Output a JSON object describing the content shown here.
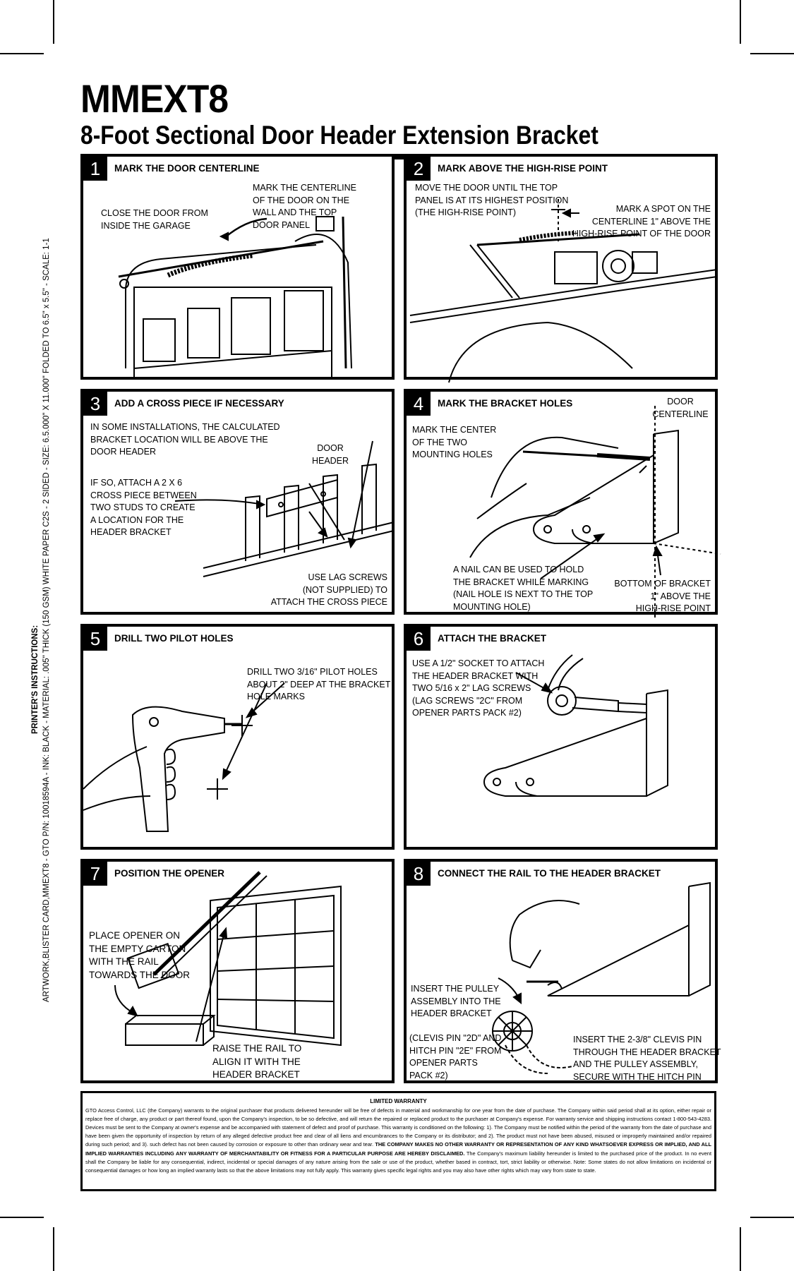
{
  "header": {
    "model": "MMEXT8",
    "subtitle": "8-Foot Sectional Door Header Extension Bracket"
  },
  "printer": {
    "heading": "PRINTER'S INSTRUCTIONS:",
    "specs": "ARTWORK,BLISTER CARD,MMEXT8 - GTO P/N: 10018594A - INK: BLACK - MATERIAL: .005\" THICK (150 GSM) WHITE PAPER C2S - 2 SIDED - SIZE: 6.5.000\" X 11.000\" FOLDED TO 6.5\" x 5.5\" - SCALE: 1-1"
  },
  "steps": [
    {
      "num": "1",
      "title": "MARK THE DOOR CENTERLINE",
      "labels": [
        "CLOSE THE DOOR FROM\nINSIDE THE GARAGE",
        "MARK THE CENTERLINE\nOF THE DOOR ON THE\nWALL AND THE TOP\nDOOR PANEL"
      ]
    },
    {
      "num": "2",
      "title": "MARK ABOVE THE HIGH-RISE POINT",
      "labels": [
        "MOVE THE DOOR UNTIL THE TOP\nPANEL IS AT ITS HIGHEST POSITION\n(THE HIGH-RISE POINT)",
        "MARK A SPOT ON THE\nCENTERLINE 1\" ABOVE THE\nHIGH-RISE POINT OF THE DOOR"
      ]
    },
    {
      "num": "3",
      "title": "ADD A CROSS PIECE IF NECESSARY",
      "labels": [
        "IN SOME INSTALLATIONS, THE CALCULATED\nBRACKET LOCATION WILL BE ABOVE THE\nDOOR HEADER",
        "IF SO, ATTACH A 2 X 6\nCROSS PIECE BETWEEN\nTWO STUDS TO CREATE\nA LOCATION FOR THE\nHEADER BRACKET",
        "DOOR\nHEADER",
        "USE LAG SCREWS\n(NOT SUPPLIED) TO\nATTACH THE CROSS PIECE"
      ]
    },
    {
      "num": "4",
      "title": "MARK THE BRACKET HOLES",
      "labels": [
        "MARK THE CENTER\nOF THE TWO\nMOUNTING HOLES",
        "DOOR\nCENTERLINE",
        "A NAIL CAN BE USED TO HOLD\nTHE BRACKET WHILE MARKING\n(NAIL HOLE IS NEXT TO THE TOP\nMOUNTING HOLE)",
        "BOTTOM OF BRACKET\n1\" ABOVE THE\nHIGH-RISE POINT"
      ]
    },
    {
      "num": "5",
      "title": "DRILL TWO PILOT HOLES",
      "labels": [
        "DRILL TWO 3/16\" PILOT HOLES\nABOUT 2\" DEEP AT THE BRACKET\nHOLE MARKS"
      ]
    },
    {
      "num": "6",
      "title": "ATTACH THE BRACKET",
      "labels": [
        "USE A 1/2\" SOCKET TO ATTACH\nTHE HEADER BRACKET WITH\nTWO 5/16 x 2\" LAG SCREWS\n(LAG SCREWS \"2C\" FROM\nOPENER PARTS PACK #2)"
      ]
    },
    {
      "num": "7",
      "title": "POSITION THE OPENER",
      "labels": [
        "PLACE OPENER ON\nTHE EMPTY CARTON\nWITH THE RAIL\nTOWARDS THE DOOR",
        "RAISE THE RAIL TO\nALIGN IT WITH THE\nHEADER BRACKET"
      ]
    },
    {
      "num": "8",
      "title": "CONNECT THE RAIL TO THE HEADER BRACKET",
      "labels": [
        "INSERT THE PULLEY\nASSEMBLY INTO THE\nHEADER BRACKET",
        "(CLEVIS PIN \"2D\" AND\nHITCH PIN \"2E\" FROM\nOPENER PARTS\nPACK #2)",
        "INSERT THE 2-3/8\" CLEVIS PIN\nTHROUGH THE HEADER BRACKET\nAND THE PULLEY ASSEMBLY,\nSECURE WITH THE HITCH PIN"
      ]
    }
  ],
  "warranty": {
    "title": "LIMITED WARRANTY",
    "text1": "GTO Access Control, LLC (the Company) warrants to the original purchaser that products delivered hereunder will be free of defects in material and workmanship for one year from the date of purchase. The Company within said period shall at its option, either repair or replace free of charge, any product or part thereof found, upon the Company's inspection, to be so defective, and will return the repaired or replaced product to the purchaser at Company's expense. For warranty service and shipping instructions contact 1-800-543-4283. Devices must be sent to the Company at owner's expense and be accompanied with statement of defect and proof of purchase. This warranty is conditioned on the following: 1). The Company must be notified within the period of the warranty from the date of purchase and have been given the opportunity of inspection by return of any alleged defective product free and clear of all liens and encumbrances to the Company or its distributor; and 2). The product must not have been abused, misused or improperly maintained and/or repaired during such period; and 3). such defect has not been caused by corrosion or exposure to other than ordinary wear and tear.",
    "bold": "THE COMPANY MAKES NO OTHER WARRANTY OR REPRESENTATION OF ANY KIND WHATSOEVER EXPRESS OR IMPLIED, AND ALL IMPLIED WARRANTIES INCLUDING ANY WARRANTY OF MERCHANTABILITY OR FITNESS FOR A PARTICULAR PURPOSE ARE HEREBY DISCLAIMED.",
    "text2": "The Company's maximum liability hereunder is limited to the purchased price of the product. In no event shall the Company be liable for any consequential, indirect, incidental or special damages of any nature arising from the sale or use of the product, whether based in contract, tort, strict liability or otherwise. Note: Some states do not allow limitations on incidental or consequential damages or how long an implied warranty lasts so that the above limitations may not fully apply. This warranty gives specific legal rights and you may also have other rights which may vary from state to state."
  }
}
